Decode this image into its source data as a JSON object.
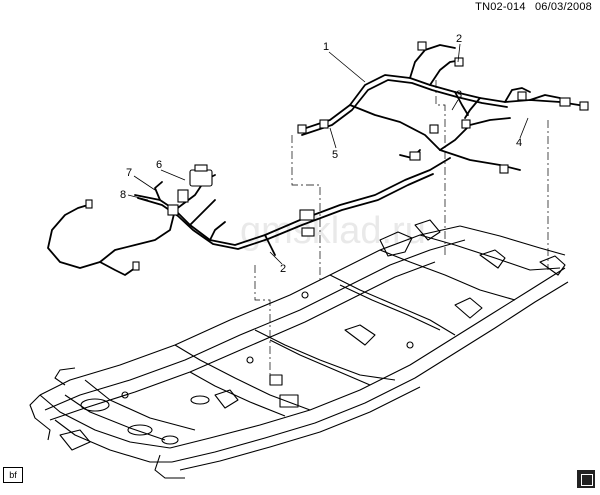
{
  "header": {
    "diagram_id": "TN02-014",
    "date": "06/03/2008"
  },
  "footer": {
    "code": "bf"
  },
  "watermark": "gmsklad.ru",
  "callouts": [
    "1",
    "2",
    "3",
    "4",
    "5",
    "6",
    "7",
    "8",
    "2"
  ],
  "icons": {
    "corner": "book-icon"
  }
}
